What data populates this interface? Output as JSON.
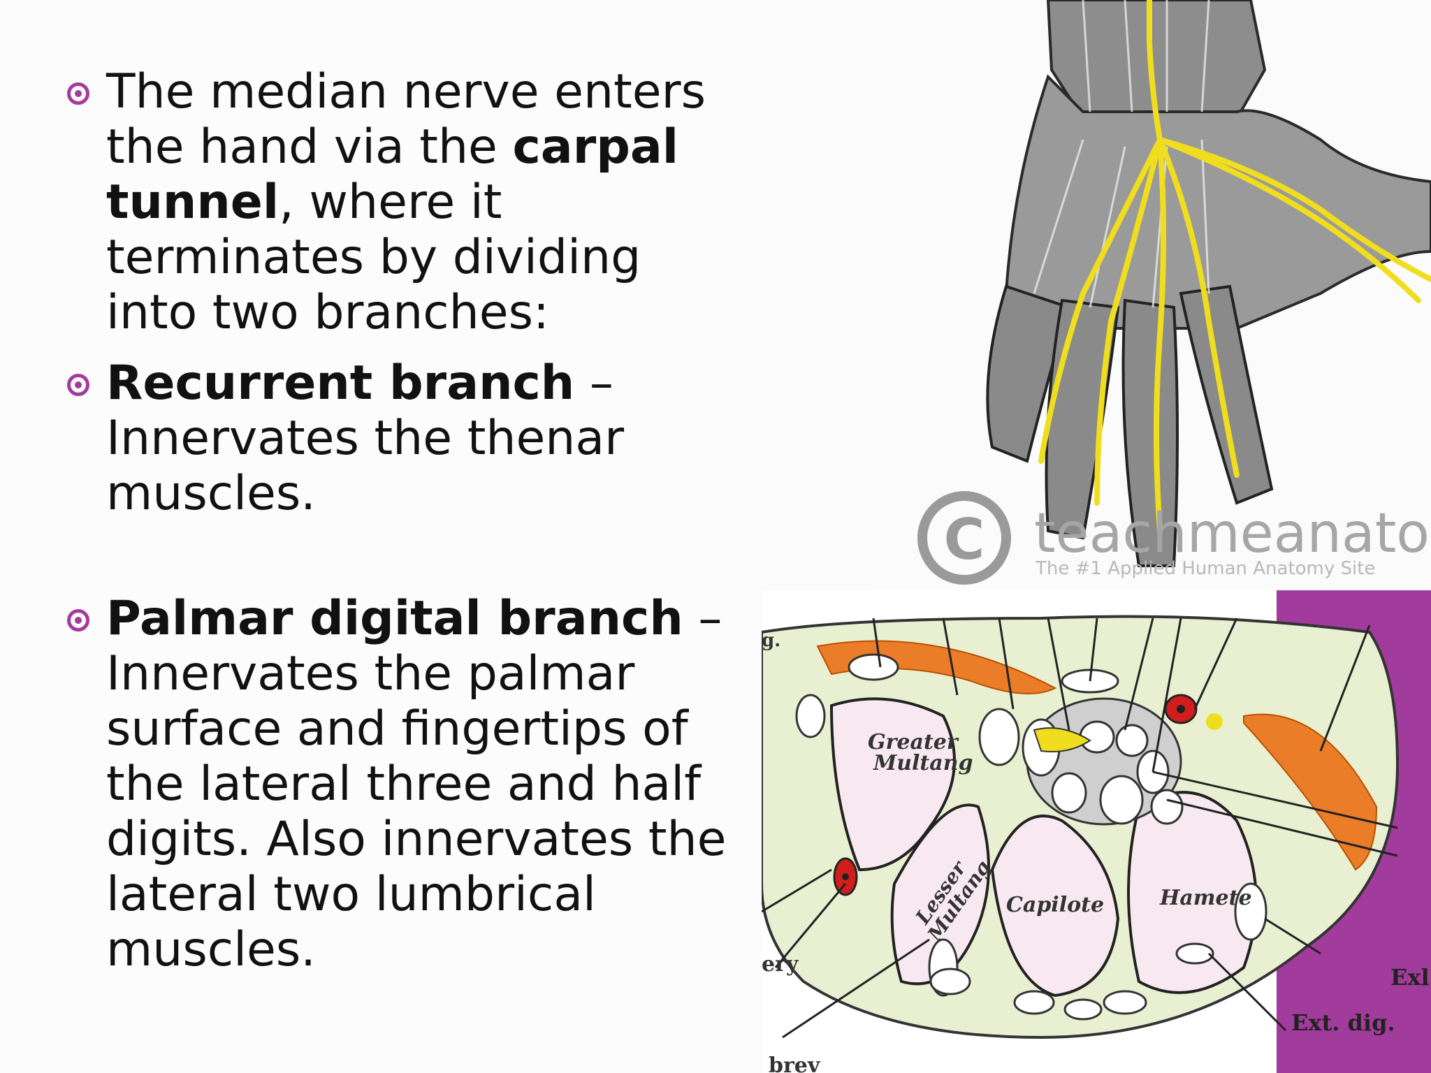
{
  "bullets": [
    {
      "parts": [
        {
          "text": "The median nerve enters the hand via the ",
          "bold": false
        },
        {
          "text": "carpal tunnel",
          "bold": true
        },
        {
          "text": ", where it terminates by dividing into two branches:",
          "bold": false
        }
      ]
    },
    {
      "parts": [
        {
          "text": "Recurrent branch",
          "bold": true
        },
        {
          "text": " – Innervates the thenar muscles.",
          "bold": false
        }
      ]
    },
    {
      "parts": [
        {
          "text": "Palmar digital branch",
          "bold": true
        },
        {
          "text": " – Innervates the palmar surface and fingertips of the lateral three and half digits. Also innervates the lateral two lumbrical muscles.",
          "bold": false
        }
      ]
    }
  ],
  "hand_figure": {
    "watermark_brand": "teachmeanatom",
    "watermark_tagline": "The #1 Applied Human Anatomy Site"
  },
  "section_figure": {
    "labels": {
      "greater": "Greater",
      "multang": "Multang",
      "lesser": "Lesser",
      "lesser_multang": "Multang",
      "capitate": "Capilote",
      "hamate": "Hamete",
      "ext": "Exl",
      "ext_dig": "Ext. dig.",
      "artery": "ery",
      "brev": "brev",
      "top_left": "g."
    }
  },
  "colors": {
    "bullet_marker": "#a23c9c",
    "nerve": "#f0de1e",
    "tendon": "#ec7d28",
    "tissue": "#e9f0d2",
    "bone": "#f7e9ef",
    "purple_panel": "#a23c9c"
  }
}
